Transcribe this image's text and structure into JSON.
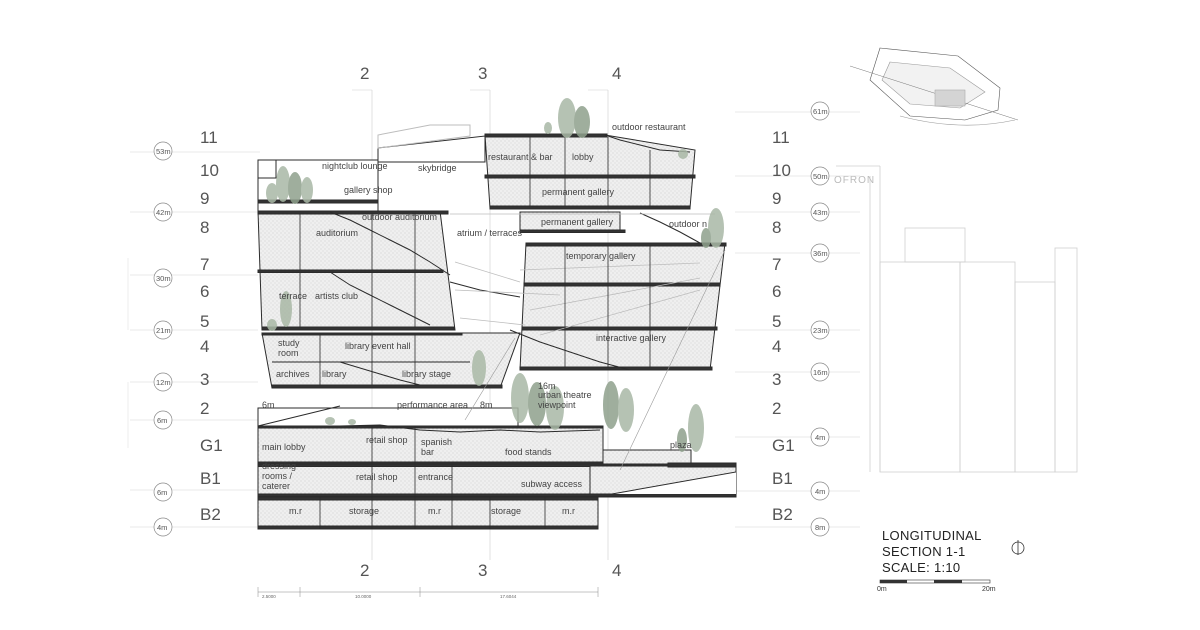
{
  "levels_left": [
    "11",
    "10",
    "9",
    "8",
    "7",
    "6",
    "5",
    "4",
    "3",
    "2",
    "G1",
    "B1",
    "B2"
  ],
  "levels_right": [
    "11",
    "10",
    "9",
    "8",
    "7",
    "6",
    "5",
    "4",
    "3",
    "2",
    "G1",
    "B1",
    "B2"
  ],
  "grid_top": [
    "2",
    "3",
    "4"
  ],
  "grid_bottom": [
    "2",
    "3",
    "4"
  ],
  "elev_left": [
    "53m",
    "42m",
    "30m",
    "21m",
    "12m",
    "6m",
    "6m",
    "4m"
  ],
  "elev_right": [
    "61m",
    "50m",
    "43m",
    "36m",
    "23m",
    "16m",
    "4m",
    "4m",
    "8m"
  ],
  "rooms": {
    "nightclub_lounge": "nightclub lounge",
    "skybridge": "skybridge",
    "restaurant_bar": "restaurant & bar",
    "lobby": "lobby",
    "outdoor_restaurant": "outdoor restaurant",
    "gallery_shop": "gallery shop",
    "permanent_gallery_1": "permanent gallery",
    "outdoor_auditorium": "outdoor auditorium",
    "permanent_gallery_2": "permanent gallery",
    "outdoor_partial": "outdoor n",
    "auditorium": "auditorium",
    "atrium_terraces": "atrium / terraces",
    "temporary_gallery": "temporary gallery",
    "terrace": "terrace",
    "artists_club": "artists club",
    "study_room_1": "study",
    "study_room_2": "room",
    "library_event_hall": "library event hall",
    "interactive_gallery": "interactive gallery",
    "archives": "archives",
    "library": "library",
    "library_stage": "library stage",
    "mark_6m": "6m",
    "performance_area": "performance area",
    "mark_8m": "8m",
    "urban_theatre_1": "16m",
    "urban_theatre_2": "urban theatre",
    "urban_theatre_3": "viewpoint",
    "main_lobby": "main lobby",
    "retail_shop_1": "retail shop",
    "spanish_1": "spanish",
    "spanish_2": "bar",
    "food_stands": "food stands",
    "plaza": "plaza",
    "dressing_1": "dressing",
    "dressing_2": "rooms /",
    "dressing_3": "caterer",
    "retail_shop_2": "retail shop",
    "entrance": "entrance",
    "subway_access": "subway access",
    "mr_1": "m.r",
    "storage_1": "storage",
    "mr_2": "m.r",
    "storage_2": "storage",
    "mr_3": "m.r"
  },
  "dims": [
    "2.5000",
    "10.0000",
    "17.6044"
  ],
  "facade_sign": "OFRON",
  "title": {
    "line1": "LONGITUDINAL",
    "line2": "SECTION 1-1",
    "line3": "SCALE: 1:10"
  },
  "scale": {
    "start": "0m",
    "end": "20m"
  },
  "colors": {
    "line": "#2b2b2b",
    "fill_floor": "#e6e6e6",
    "stipple": "#d9d9d9",
    "tree": "#a9b8a6",
    "tree_dark": "#8fa18d",
    "light_line": "#c7c7c7"
  }
}
